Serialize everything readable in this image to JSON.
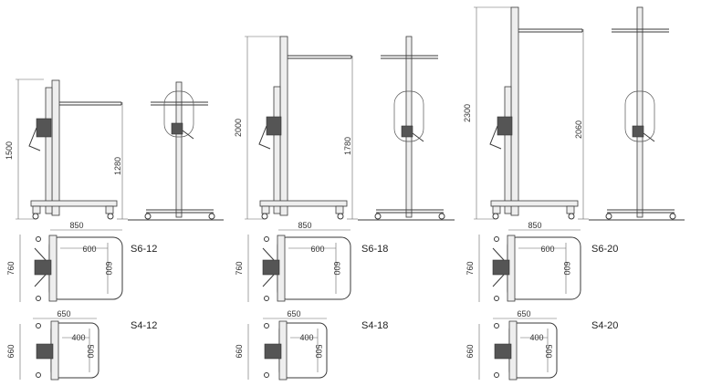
{
  "columns": [
    {
      "side_total_height": "1500",
      "platform_height": "1280",
      "s6": {
        "model": "S6-12",
        "base_length": "850",
        "inner_length": "600",
        "inner_width": "600",
        "base_width": "760"
      },
      "s4": {
        "model": "S4-12",
        "base_length": "650",
        "inner_length": "400",
        "inner_width": "500",
        "base_width": "660"
      }
    },
    {
      "side_total_height": "2000",
      "platform_height": "1780",
      "s6": {
        "model": "S6-18",
        "base_length": "850",
        "inner_length": "600",
        "inner_width": "600",
        "base_width": "760"
      },
      "s4": {
        "model": "S4-18",
        "base_length": "650",
        "inner_length": "400",
        "inner_width": "500",
        "base_width": "660"
      }
    },
    {
      "side_total_height": "2300",
      "platform_height": "2060",
      "s6": {
        "model": "S6-20",
        "base_length": "850",
        "inner_length": "600",
        "inner_width": "600",
        "base_width": "760"
      },
      "s4": {
        "model": "S4-20",
        "base_length": "650",
        "inner_length": "400",
        "inner_width": "500",
        "base_width": "660"
      }
    }
  ]
}
